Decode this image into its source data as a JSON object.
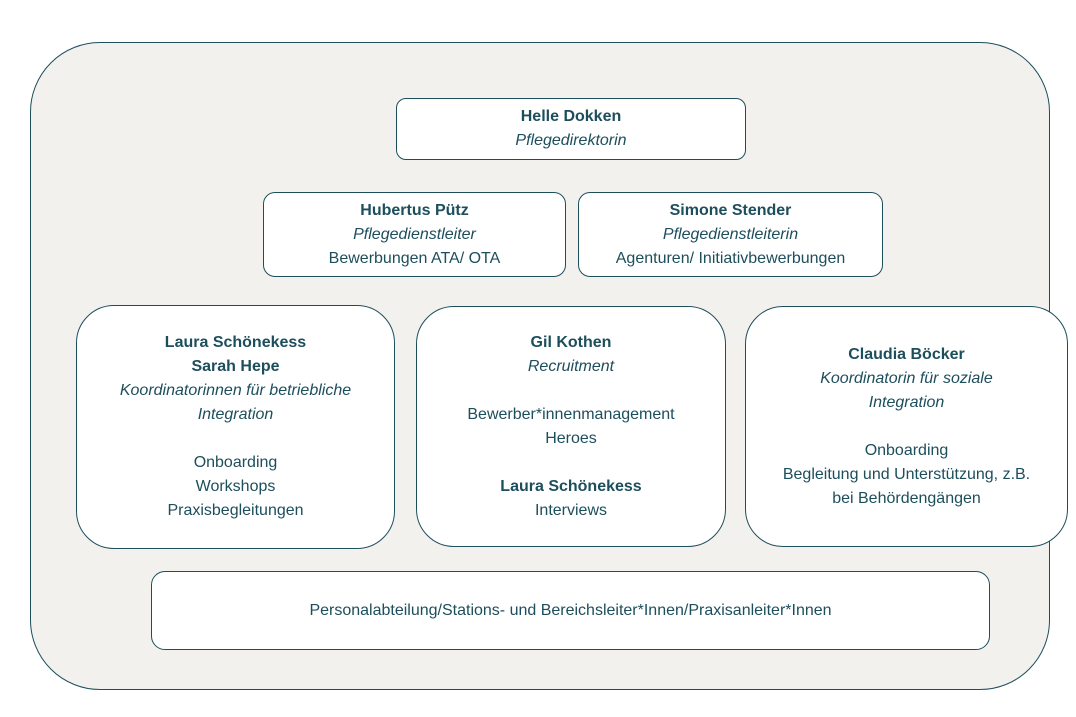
{
  "colors": {
    "ink": "#1d4e5c",
    "border": "#1d4e5c",
    "panel_bg": "#f2f1ee",
    "box_bg": "#ffffff",
    "page_bg": "#ffffff"
  },
  "org": {
    "top": {
      "name": "Helle Dokken",
      "role": "Pflegedirektorin"
    },
    "row2_left": {
      "name": "Hubertus Pütz",
      "role": "Pflegedienstleiter",
      "detail": "Bewerbungen ATA/ OTA"
    },
    "row2_right": {
      "name": "Simone Stender",
      "role": "Pflegedienstleiterin",
      "detail": "Agenturen/ Initiativbewerbungen"
    },
    "row3_left": {
      "name1": "Laura Schönekess",
      "name2": "Sarah Hepe",
      "role": "Koordinatorinnen für betriebliche Integration",
      "tasks": [
        "Onboarding",
        "Workshops",
        "Praxisbegleitungen"
      ]
    },
    "row3_mid": {
      "name": "Gil Kothen",
      "role": "Recruitment",
      "items": [
        "Bewerber*innenmanagement",
        "Heroes"
      ],
      "name2": "Laura Schönekess",
      "items2": [
        "Interviews"
      ]
    },
    "row3_right": {
      "name": "Claudia Böcker",
      "role": "Koordinatorin für soziale Integration",
      "tasks": [
        "Onboarding",
        "Begleitung und Unterstützung, z.B. bei Behördengängen"
      ]
    },
    "bottom": {
      "label": "Personalabteilung/Stations- und Bereichsleiter*Innen/Praxisanleiter*Innen"
    }
  }
}
